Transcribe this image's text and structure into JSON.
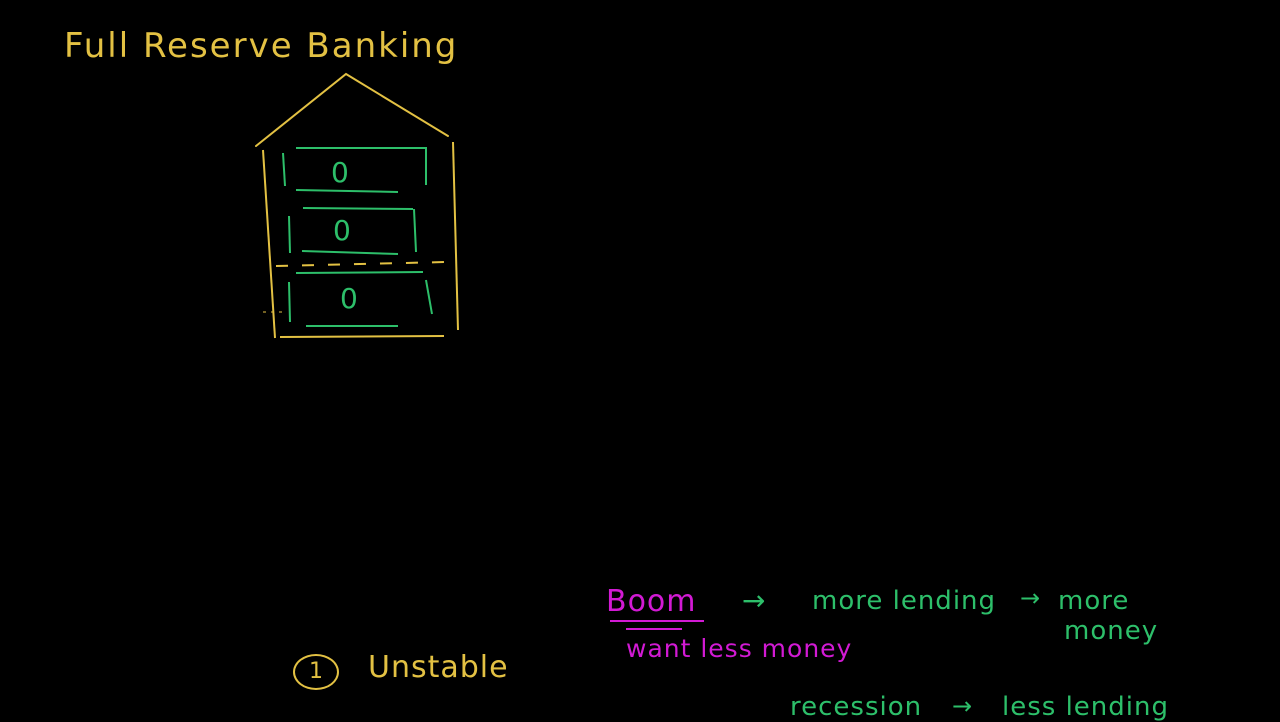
{
  "title": "Full Reserve Banking",
  "bank_drawing": {
    "vault_labels": [
      "0",
      "0",
      "0"
    ],
    "outline_color": "#e3c143",
    "vault_color": "#2dbf6a"
  },
  "notes": {
    "boom": "Boom",
    "arrow": "→",
    "more_lending": "more lending",
    "more_money_line1": "more",
    "more_money_line2": "money",
    "want_less_money": "want less money",
    "point_number": "1",
    "unstable": "Unstable",
    "recession": "recession",
    "less_lending": "less lending"
  },
  "colors": {
    "background": "#000000",
    "yellow": "#e3c143",
    "green": "#2dbf6a",
    "magenta": "#d21ad4"
  }
}
